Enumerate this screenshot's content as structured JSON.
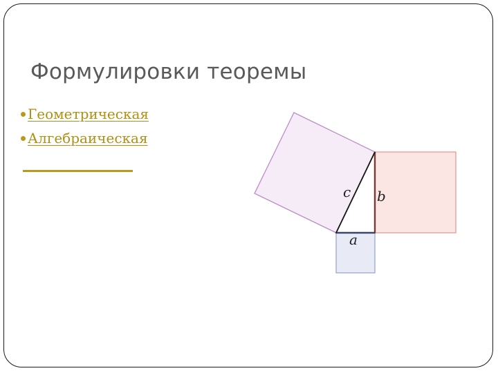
{
  "slide": {
    "title": "Формулировки теоремы",
    "bullets": [
      {
        "label": "Геометрическая"
      },
      {
        "label": "Алгебраическая"
      }
    ],
    "accent_color": "#b69a1c"
  },
  "diagram": {
    "labels": {
      "a": "a",
      "b": "b",
      "c": "c"
    },
    "colors": {
      "square_a_fill": "#e8ebf6",
      "square_a_stroke": "#9aa6d0",
      "square_b_fill": "#fbe6e4",
      "square_b_stroke": "#e39b93",
      "square_c_fill": "#f5ecf8",
      "square_c_stroke": "#bb8bc6",
      "triangle_stroke": "#1a1a1a"
    }
  }
}
